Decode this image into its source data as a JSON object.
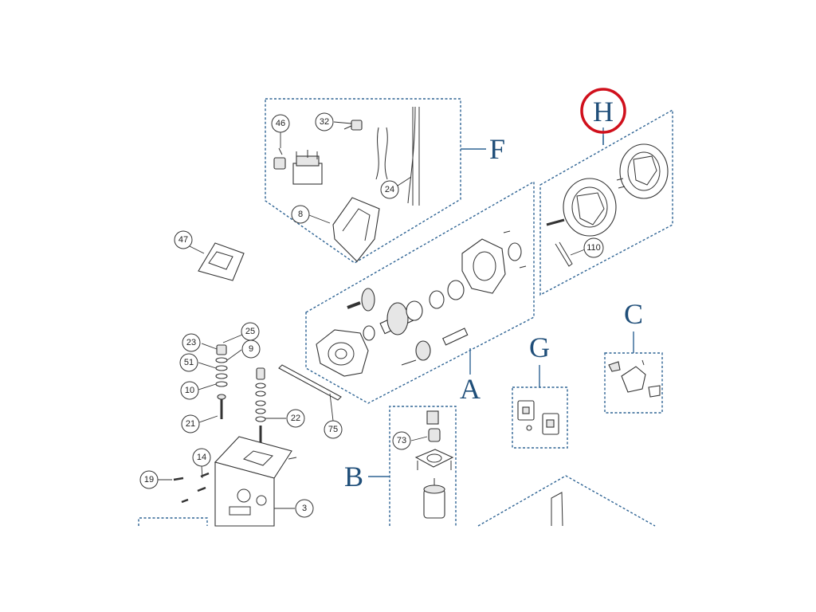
{
  "groups": [
    {
      "id": "F",
      "label": "F"
    },
    {
      "id": "H",
      "label": "H"
    },
    {
      "id": "A",
      "label": "A"
    },
    {
      "id": "C",
      "label": "C"
    },
    {
      "id": "G",
      "label": "G"
    },
    {
      "id": "B",
      "label": "B"
    }
  ],
  "highlighted_group": "H",
  "callouts": {
    "c46": "46",
    "c32": "32",
    "c24": "24",
    "c8": "8",
    "c47": "47",
    "c110": "110",
    "c25": "25",
    "c23": "23",
    "c9": "9",
    "c51": "51",
    "c10": "10",
    "c21": "21",
    "c22": "22",
    "c75": "75",
    "c73": "73",
    "c14": "14",
    "c19": "19",
    "c3": "3"
  },
  "colors": {
    "frame": "#2f6494",
    "label": "#1f4e79",
    "highlight": "#d0101c",
    "line": "#333333"
  }
}
